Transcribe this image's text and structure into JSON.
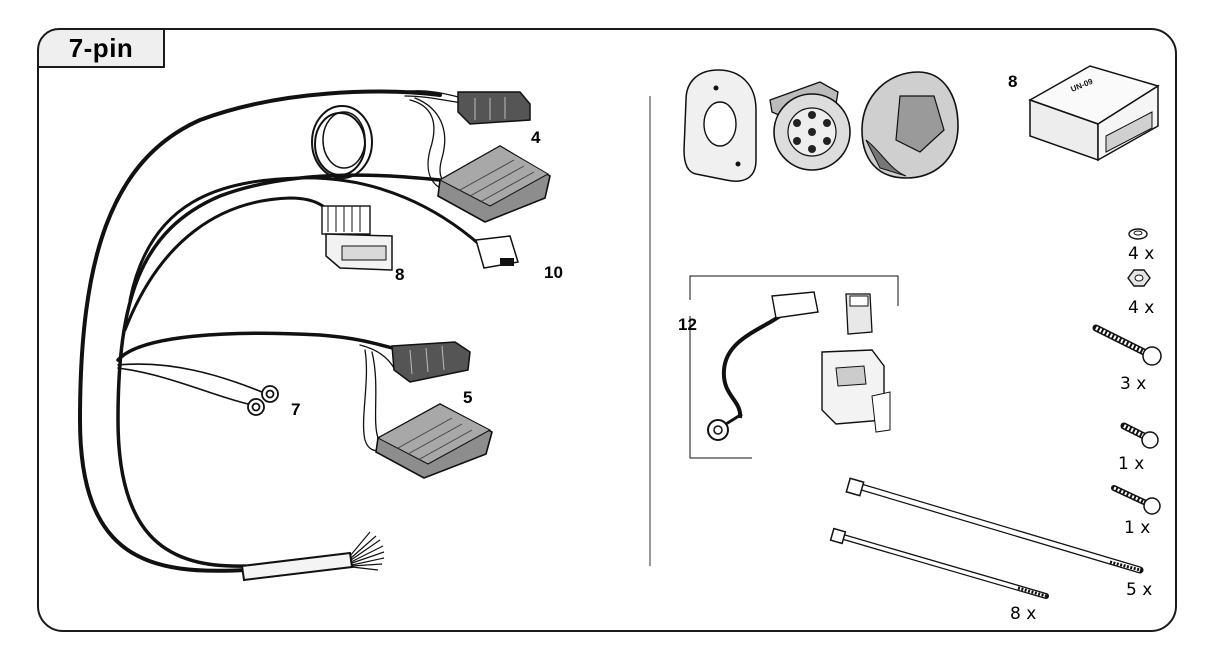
{
  "title": "7-pin",
  "callouts": {
    "harness_connector_top": "4",
    "harness_connector_mid": "5",
    "harness_ring_terminals": "7",
    "harness_small_plug": "8",
    "harness_two_pin": "10",
    "fuse_ground_group": "12",
    "module_box": "8"
  },
  "module_print": "UN-09",
  "quantities": {
    "washer": "4 x",
    "nut": "4 x",
    "long_bolt": "3 x",
    "short_bolt": "1 x",
    "tapping_screw": "1 x",
    "long_cable_tie": "5 x",
    "short_cable_tie": "8 x"
  }
}
